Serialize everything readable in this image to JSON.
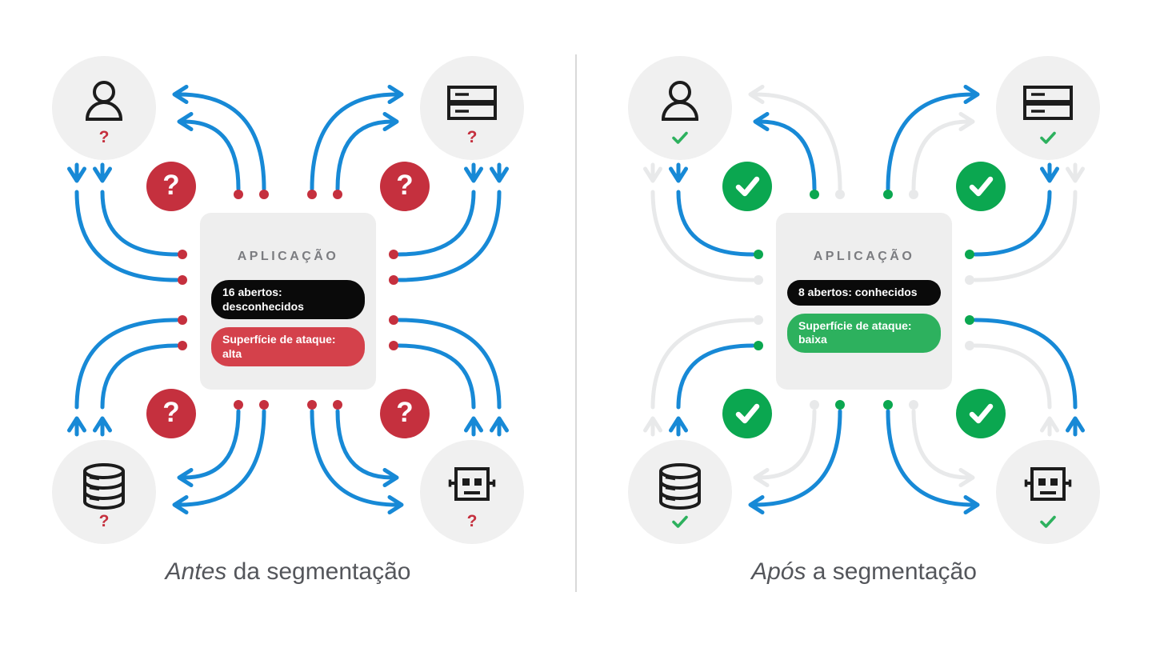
{
  "colors": {
    "blue": "#1789d6",
    "inactive": "#e8e9ea",
    "red": "#c5303e",
    "red_pill": "#d4414b",
    "green": "#0ba750",
    "green_pill": "#2db15e",
    "green_check": "#2db15e",
    "node_bg": "#f0f0f0",
    "box_bg": "#eeeeee",
    "black_pill": "#0a0a0a",
    "title_gray": "#7b7c80",
    "caption_gray": "#54565b",
    "icon_black": "#1c1c1c",
    "divider": "#d9d9d9"
  },
  "icons": {
    "corner_top_left": "user-icon",
    "corner_top_right": "server-icon",
    "corner_bottom_left": "database-icon",
    "corner_bottom_right": "bot-icon",
    "before_status": "question-mark",
    "after_status": "checkmark"
  },
  "panels": {
    "before": {
      "app_title": "APLICAÇÃO",
      "ports_line1": "16 abertos:",
      "ports_line2": "desconhecidos",
      "surface_line1": "Superfície de ataque:",
      "surface_line2": "alta",
      "node_glyph": "?",
      "badge_glyph": "?",
      "caption_italic": "Antes",
      "caption_rest": " da segmentação"
    },
    "after": {
      "app_title": "APLICAÇÃO",
      "ports_line1": "8 abertos: conhecidos",
      "surface_line1": "Superfície de ataque:",
      "surface_line2": "baixa",
      "caption_italic": "Após",
      "caption_rest": " a segmentação"
    }
  }
}
